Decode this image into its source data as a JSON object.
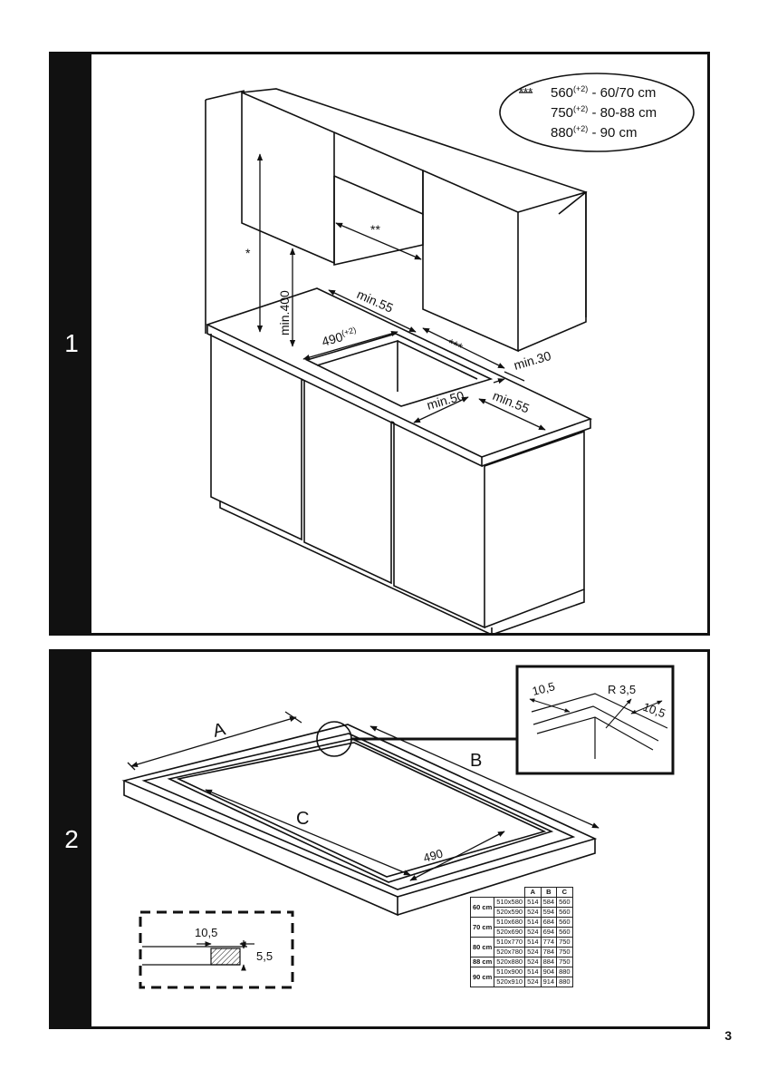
{
  "panels": [
    {
      "number": "1"
    },
    {
      "number": "2"
    }
  ],
  "panel1": {
    "legend": {
      "mark": "***",
      "lines": [
        {
          "base": "560",
          "tol": "+2",
          "range": " - 60/70 cm"
        },
        {
          "base": "750",
          "tol": "+2",
          "range": " - 80-88 cm"
        },
        {
          "base": "880",
          "tol": "+2",
          "range": " - 90 cm"
        }
      ]
    },
    "labels": {
      "star": "*",
      "double_star": "**",
      "triple_star": "***",
      "min400": "min.400",
      "min55_top": "min.55",
      "cutout_490": "490",
      "cutout_tol": "(+2)",
      "min30": "min.30",
      "min50": "min.50",
      "min55_bottom": "min.55"
    }
  },
  "panel2": {
    "labels": {
      "A": "A",
      "B": "B",
      "C": "C",
      "d490": "490",
      "inset_w1": "10,5",
      "inset_radius": "R 3,5",
      "inset_w2": "10,5",
      "section_width": "10,5",
      "section_height": "5,5"
    },
    "table": {
      "headers": [
        "A",
        "B",
        "C"
      ],
      "groups": [
        {
          "size": "60 cm",
          "rows": [
            [
              "510x580",
              "514",
              "584",
              "560"
            ],
            [
              "520x590",
              "524",
              "594",
              "560"
            ]
          ]
        },
        {
          "size": "70 cm",
          "rows": [
            [
              "510x680",
              "514",
              "684",
              "560"
            ],
            [
              "520x690",
              "524",
              "694",
              "560"
            ]
          ]
        },
        {
          "size": "80 cm",
          "rows": [
            [
              "510x770",
              "514",
              "774",
              "750"
            ],
            [
              "520x780",
              "524",
              "784",
              "750"
            ]
          ]
        },
        {
          "size": "88 cm",
          "rows": [
            [
              "520x880",
              "524",
              "884",
              "750"
            ]
          ]
        },
        {
          "size": "90 cm",
          "rows": [
            [
              "510x900",
              "514",
              "904",
              "880"
            ],
            [
              "520x910",
              "524",
              "914",
              "880"
            ]
          ]
        }
      ]
    }
  },
  "page_number": "3"
}
